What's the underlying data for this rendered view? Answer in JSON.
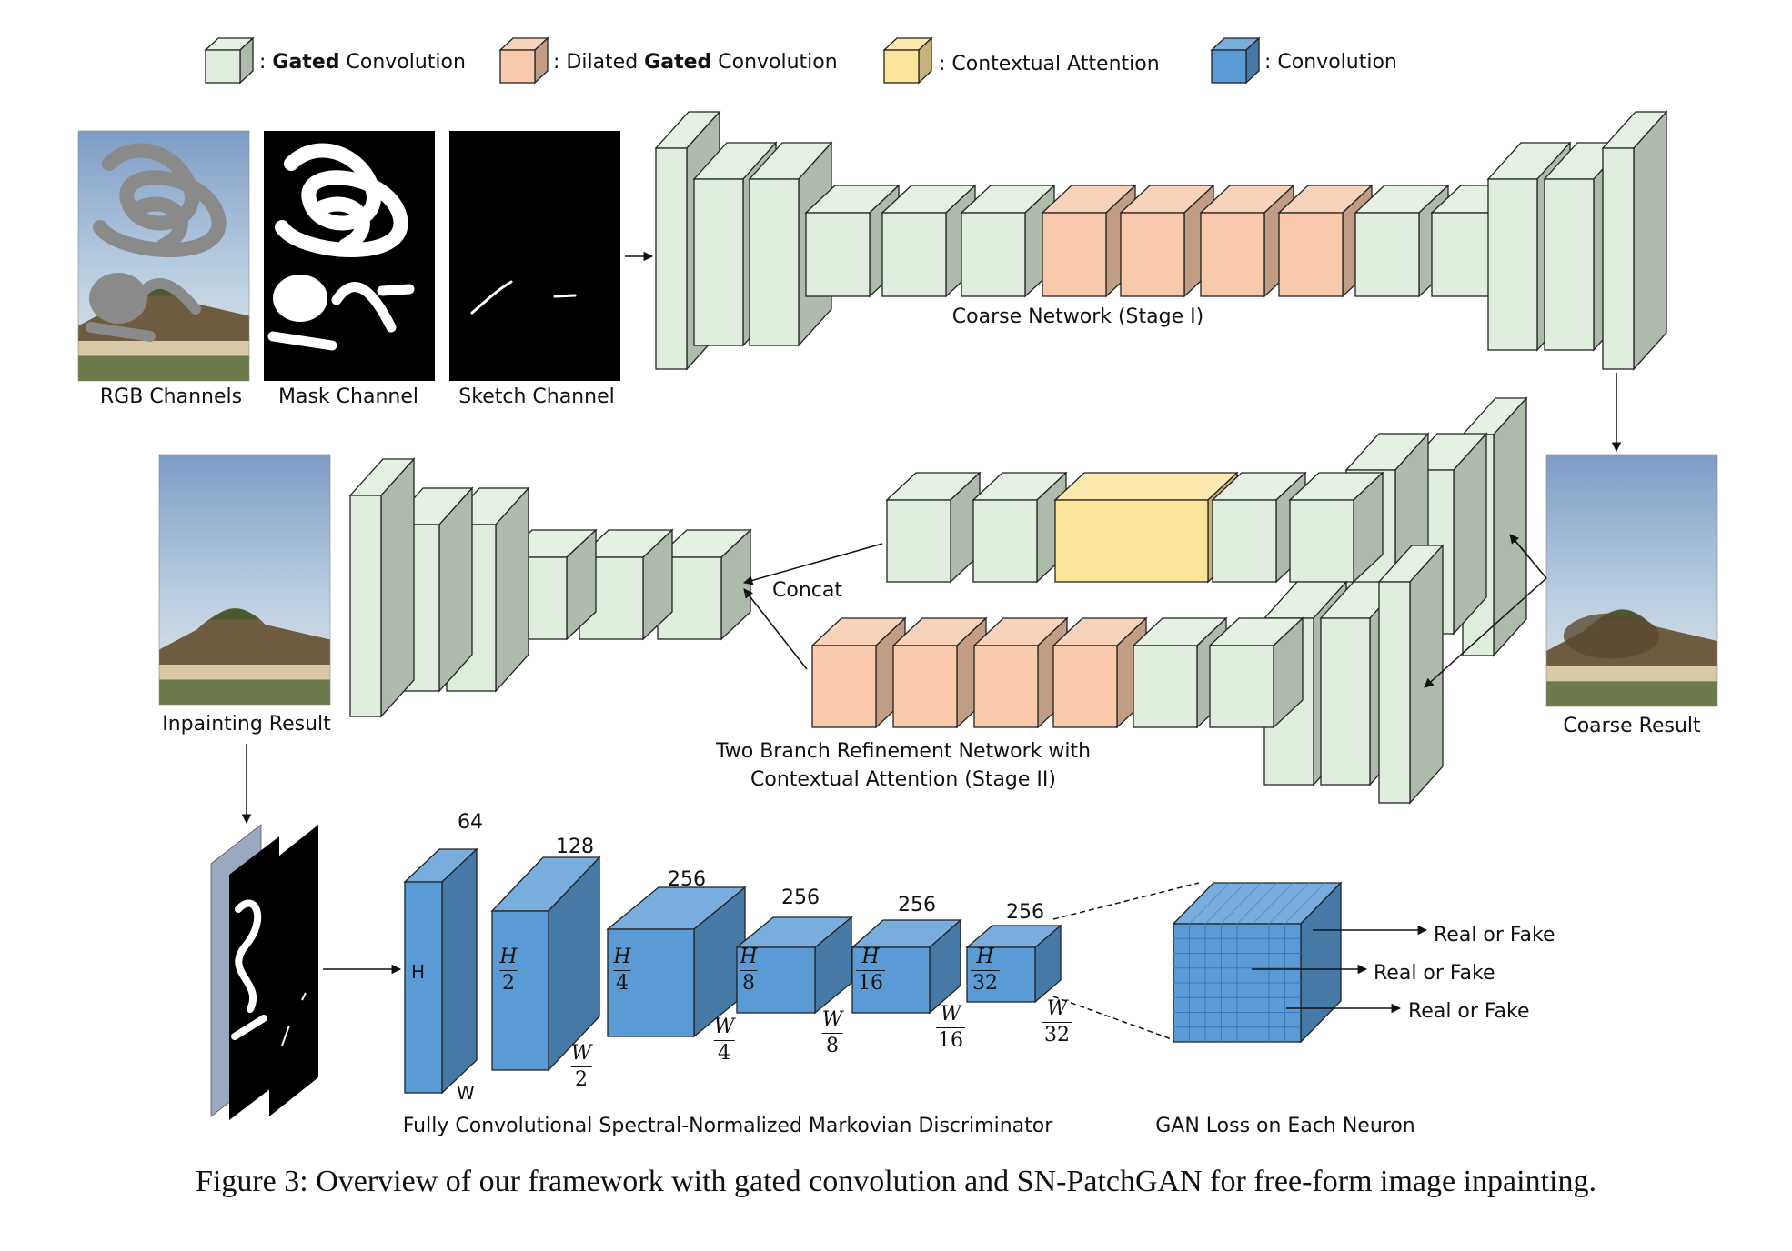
{
  "legend": [
    {
      "key": "gated",
      "prefix": ": ",
      "bold": "Gated",
      "suffix": " Convolution",
      "color": "#dfeedd"
    },
    {
      "key": "dilated",
      "prefix": ": Dilated ",
      "bold": "Gated",
      "suffix": " Convolution",
      "color": "#f8c9aa"
    },
    {
      "key": "attention",
      "prefix": ": Contextual Attention",
      "bold": "",
      "suffix": "",
      "color": "#fde49b"
    },
    {
      "key": "conv",
      "prefix": ": Convolution",
      "bold": "",
      "suffix": "",
      "color": "#5b9bd5"
    }
  ],
  "inputs": {
    "rgb": "RGB Channels",
    "mask": "Mask Channel",
    "sketch": "Sketch Channel"
  },
  "stage1": {
    "title": "Coarse Network (Stage I)"
  },
  "stage2": {
    "title_line1": "Two Branch Refinement Network with",
    "title_line2": "Contextual Attention (Stage II)",
    "concat": "Concat"
  },
  "results": {
    "coarse": "Coarse Result",
    "inpainting": "Inpainting Result"
  },
  "discriminator": {
    "title": "Fully Convolutional Spectral-Normalized Markovian Discriminator",
    "channels": [
      "64",
      "128",
      "256",
      "256",
      "256",
      "256"
    ],
    "heights": [
      {
        "num": "H",
        "den": ""
      },
      {
        "num": "H",
        "den": "2"
      },
      {
        "num": "H",
        "den": "4"
      },
      {
        "num": "H",
        "den": "8"
      },
      {
        "num": "H",
        "den": "16"
      },
      {
        "num": "H",
        "den": "32"
      }
    ],
    "widths": [
      {
        "num": "W",
        "den": ""
      },
      {
        "num": "W",
        "den": "2"
      },
      {
        "num": "W",
        "den": "4"
      },
      {
        "num": "W",
        "den": "8"
      },
      {
        "num": "W",
        "den": "16"
      },
      {
        "num": "W",
        "den": "32"
      }
    ]
  },
  "gan": {
    "title": "GAN Loss on Each Neuron",
    "outputs": [
      "Real or Fake",
      "Real or Fake",
      "Real or Fake"
    ]
  },
  "caption": "Figure 3: Overview of our framework with gated convolution and SN-PatchGAN for free-form image inpainting."
}
